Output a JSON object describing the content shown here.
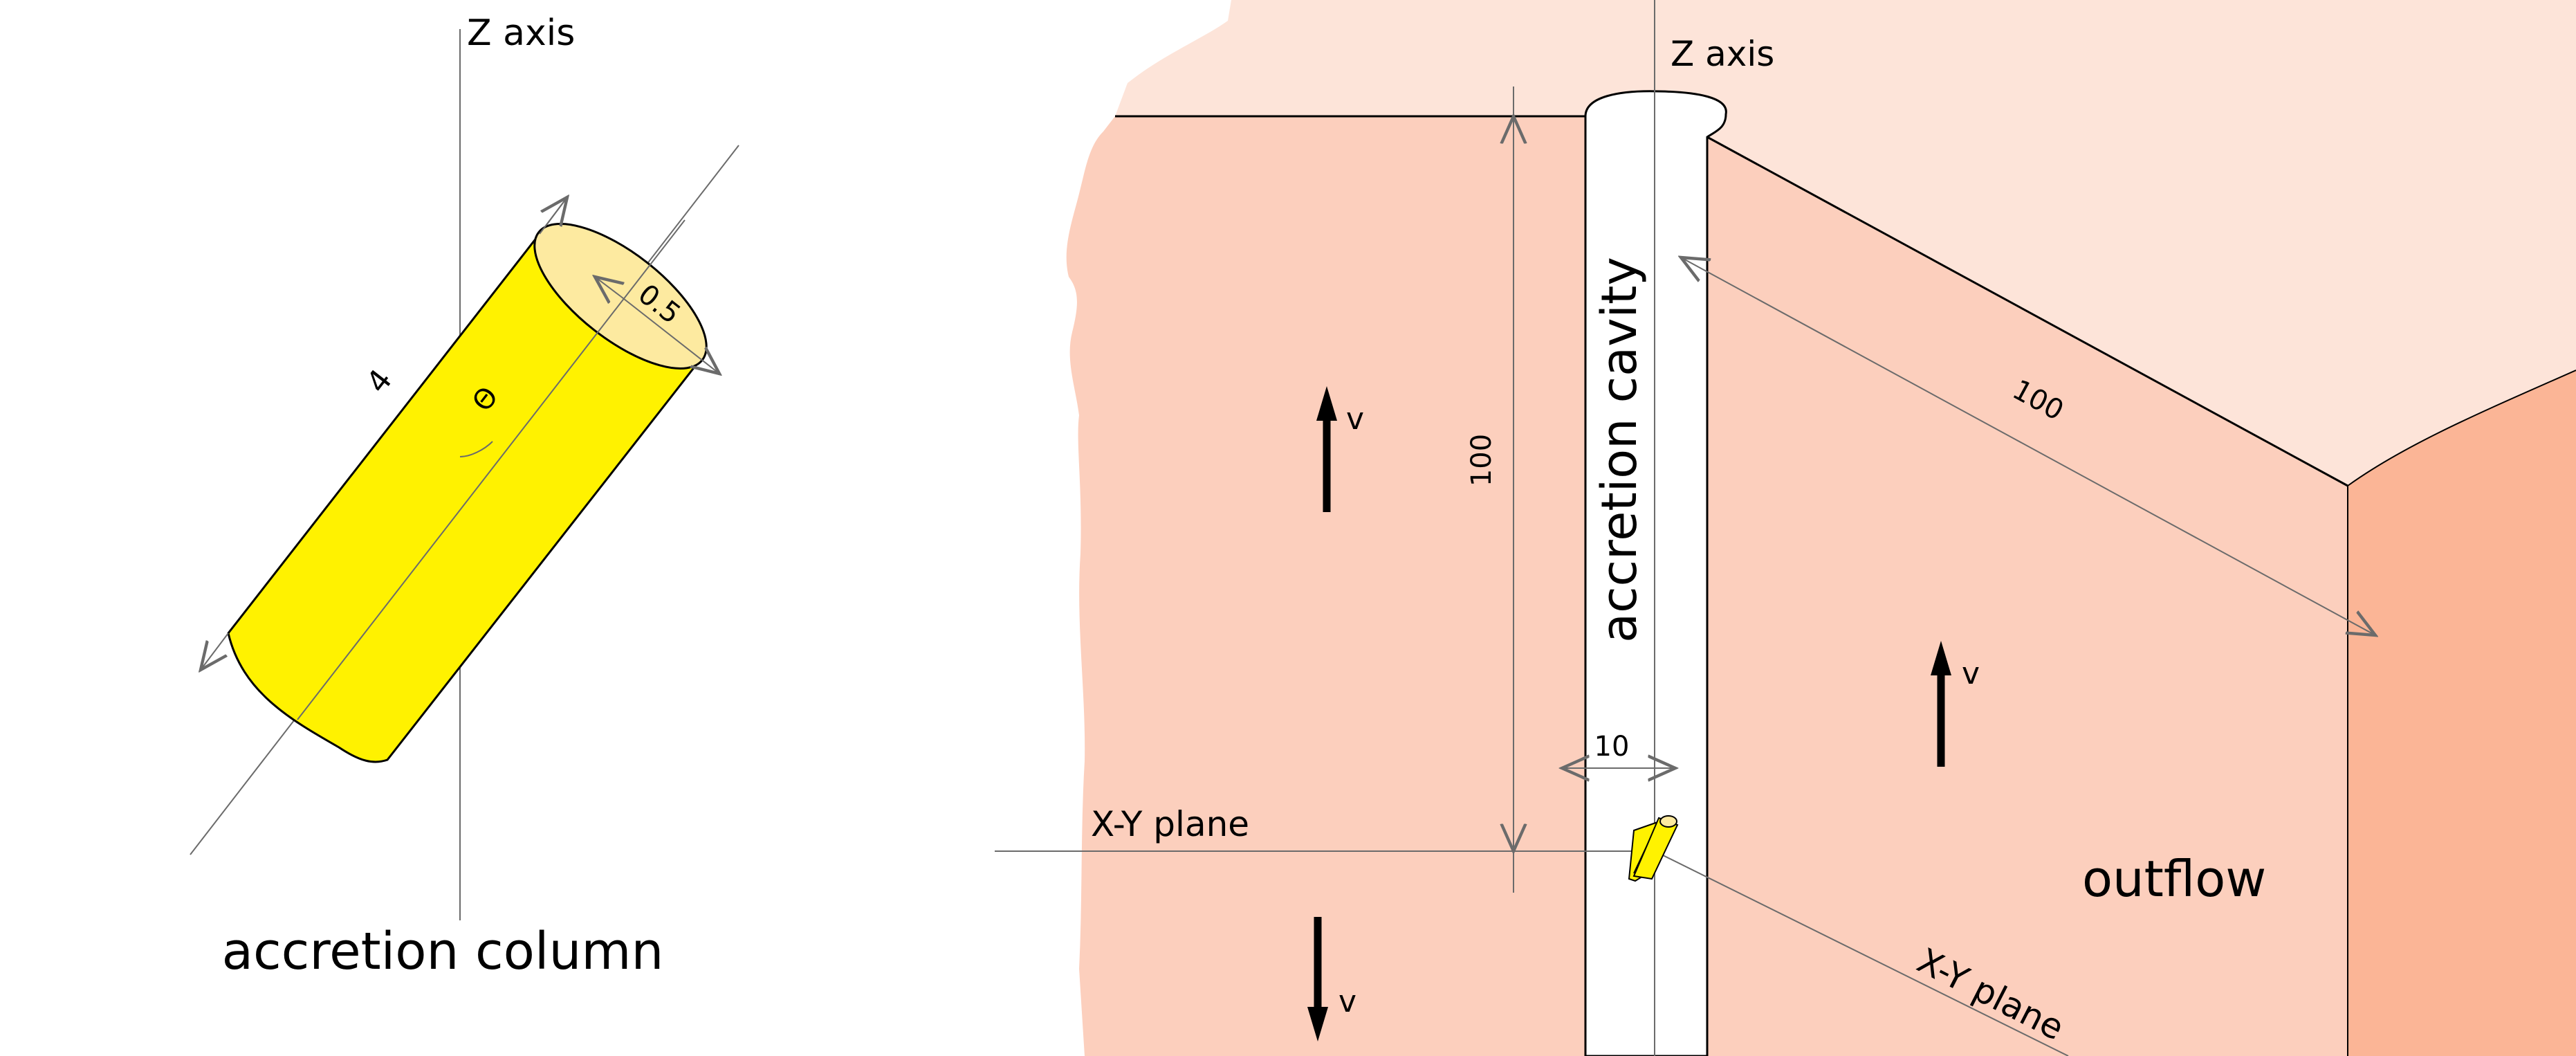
{
  "colors": {
    "background": "#ffffff",
    "top_face": "#fde4d9",
    "front_face": "#fccfbd",
    "side_face": "#fbb596",
    "column_fill": "#fff200",
    "column_cap": "#fdeaa0",
    "dimension_line": "#6b6b6b",
    "outline": "#000000",
    "cavity_fill": "#ffffff"
  },
  "left": {
    "z_axis_label": "Z axis",
    "length_label": "4",
    "radius_label": "0.5",
    "angle_label": "Θ",
    "caption": "accretion column"
  },
  "right": {
    "z_axis_label": "Z axis",
    "cavity_label": "accretion cavity",
    "height_dim_label": "100",
    "depth_dim_label": "100",
    "width_dim_label": "10",
    "xy_plane_label": "X-Y plane",
    "xy_plane_label_2": "X-Y plane",
    "outflow_label": "outflow",
    "velocity_label_1": "v",
    "velocity_label_2": "v",
    "velocity_label_3": "v"
  }
}
